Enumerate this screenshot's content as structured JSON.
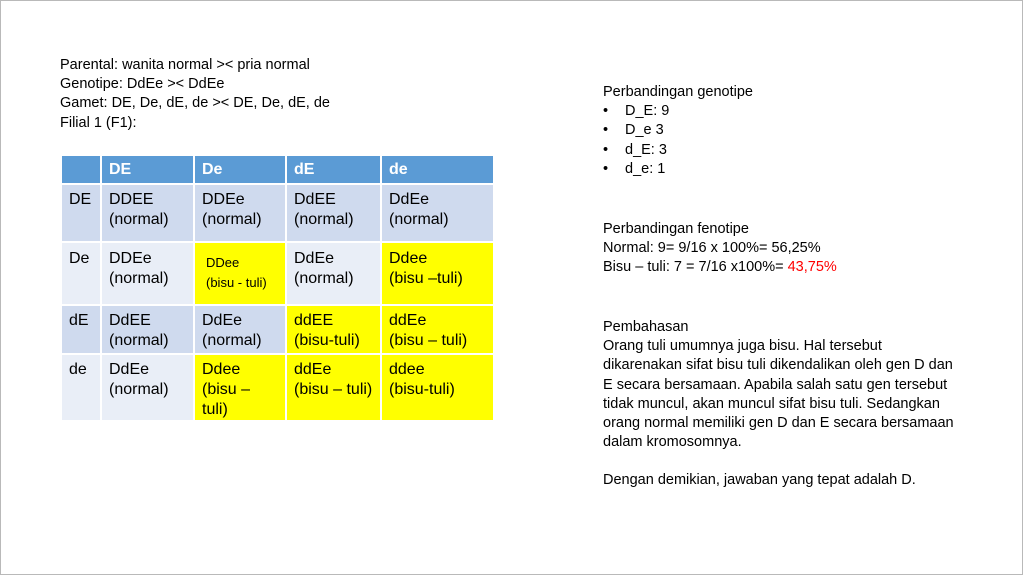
{
  "intro": {
    "line1": "Parental: wanita normal >< pria normal",
    "line2": "Genotipe: DdEe >< DdEe",
    "line3": "Gamet: DE, De, dE, de >< DE, De, dE, de",
    "line4": "Filial 1 (F1):"
  },
  "table": {
    "headers": [
      "",
      "DE",
      "De",
      "dE",
      "de"
    ],
    "rows": [
      {
        "label": "DE",
        "cells": [
          {
            "genotype": "DDEE",
            "phenotype": "(normal)"
          },
          {
            "genotype": "DDEe",
            "phenotype": "(normal)"
          },
          {
            "genotype": "DdEE",
            "phenotype": "(normal)"
          },
          {
            "genotype": "DdEe",
            "phenotype": "(normal)"
          }
        ]
      },
      {
        "label": "De",
        "cells": [
          {
            "genotype": "DDEe",
            "phenotype": "(normal)"
          },
          {
            "genotype": "DDee",
            "phenotype": "(bisu - tuli)"
          },
          {
            "genotype": "DdEe",
            "phenotype": "(normal)"
          },
          {
            "genotype": "Ddee",
            "phenotype": "(bisu –tuli)"
          }
        ]
      },
      {
        "label": "dE",
        "cells": [
          {
            "genotype": "DdEE",
            "phenotype": "(normal)"
          },
          {
            "genotype": "DdEe",
            "phenotype": "(normal)"
          },
          {
            "genotype": "ddEE",
            "phenotype": "(bisu-tuli)"
          },
          {
            "genotype": "ddEe",
            "phenotype": "(bisu – tuli)"
          }
        ]
      },
      {
        "label": "de",
        "cells": [
          {
            "genotype": "DdEe",
            "phenotype": "(normal)"
          },
          {
            "genotype": "Ddee",
            "phenotype": "(bisu – tuli)"
          },
          {
            "genotype": "ddEe",
            "phenotype": "(bisu – tuli)"
          },
          {
            "genotype": "ddee",
            "phenotype": "(bisu-tuli)"
          }
        ]
      }
    ]
  },
  "genotype_ratio": {
    "title": "Perbandingan genotipe",
    "bullet": "•",
    "items": [
      "D_E: 9",
      "D_e 3",
      "d_E: 3",
      "d_e: 1"
    ]
  },
  "phenotype_ratio": {
    "title": "Perbandingan fenotipe",
    "normal": "Normal: 9= 9/16 x 100%= 56,25%",
    "bisu_prefix": "Bisu – tuli: 7 = 7/16 x100%= ",
    "bisu_value": "43,75%",
    "highlight_color": "#ff0000"
  },
  "discussion": {
    "title": "Pembahasan",
    "paragraph": "Orang tuli umumnya juga bisu. Hal tersebut dikarenakan sifat bisu tuli dikendalikan oleh gen D dan E secara bersamaan. Apabila salah satu gen tersebut tidak muncul, akan muncul sifat bisu tuli. Sedangkan orang normal memiliki gen D dan E secara bersamaan dalam kromosomnya.",
    "conclusion": "Dengan demikian, jawaban yang tepat adalah D."
  },
  "colors": {
    "header_blue": "#5b9bd5",
    "row_blue_dark": "#cfdaee",
    "row_blue_light": "#e9eef7",
    "highlight_yellow": "#ffff00"
  }
}
